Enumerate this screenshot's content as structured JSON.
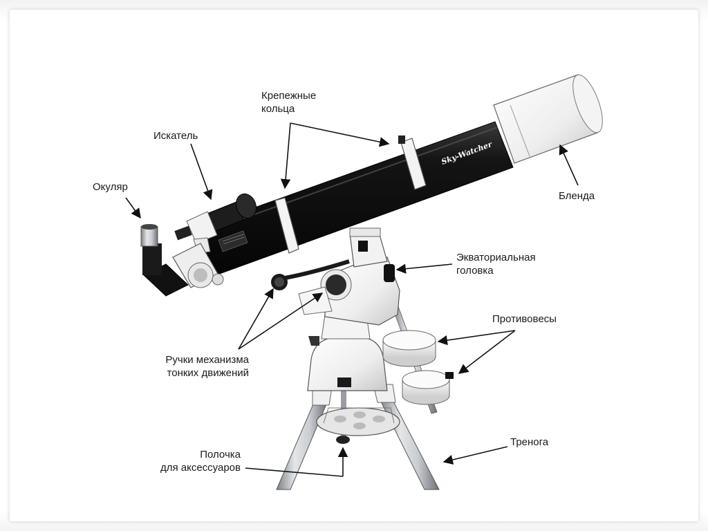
{
  "labels": {
    "mount_rings": "Крепежные\nкольца",
    "finder": "Искатель",
    "eyepiece": "Окуляр",
    "dew_shield": "Бленда",
    "equatorial_head": "Экваториальная\nголовка",
    "counterweights": "Противовесы",
    "slow_motion_knobs": "Ручки механизма\nтонких движений",
    "tripod": "Тренога",
    "accessory_tray": "Полочка\nдля аксессуаров"
  },
  "brand": "Sky-Watcher",
  "colors": {
    "tube": "#0c0c0c",
    "mount": "#f2f2f2",
    "steel": "#b9bcc0",
    "arrow": "#111111"
  }
}
